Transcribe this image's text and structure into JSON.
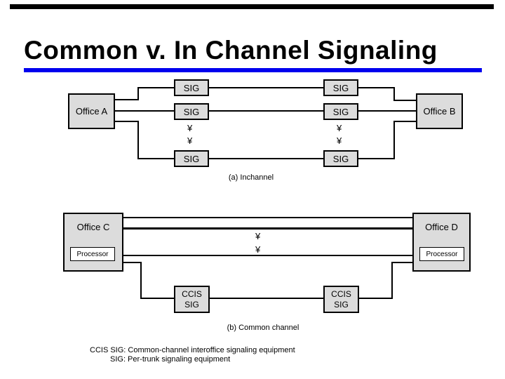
{
  "title": "Common v. In Channel Signaling",
  "colors": {
    "accent_underline": "#0000EE",
    "top_bar": "#000000",
    "box_fill": "#DCDCDC",
    "line": "#000000"
  },
  "diagram_a": {
    "caption": "(a) Inchannel",
    "left_office": "Office A",
    "right_office": "Office B",
    "sig_label": "SIG",
    "ellipsis_char": "¥"
  },
  "diagram_b": {
    "caption": "(b) Common channel",
    "left_office": "Office C",
    "right_office": "Office D",
    "processor_label": "Processor",
    "ccis_label": "CCIS",
    "sig_label": "SIG",
    "ellipsis_char": "¥"
  },
  "legend": {
    "line1": "CCIS SIG: Common-channel interoffice signaling equipment",
    "line2": "SIG: Per-trunk signaling equipment"
  }
}
